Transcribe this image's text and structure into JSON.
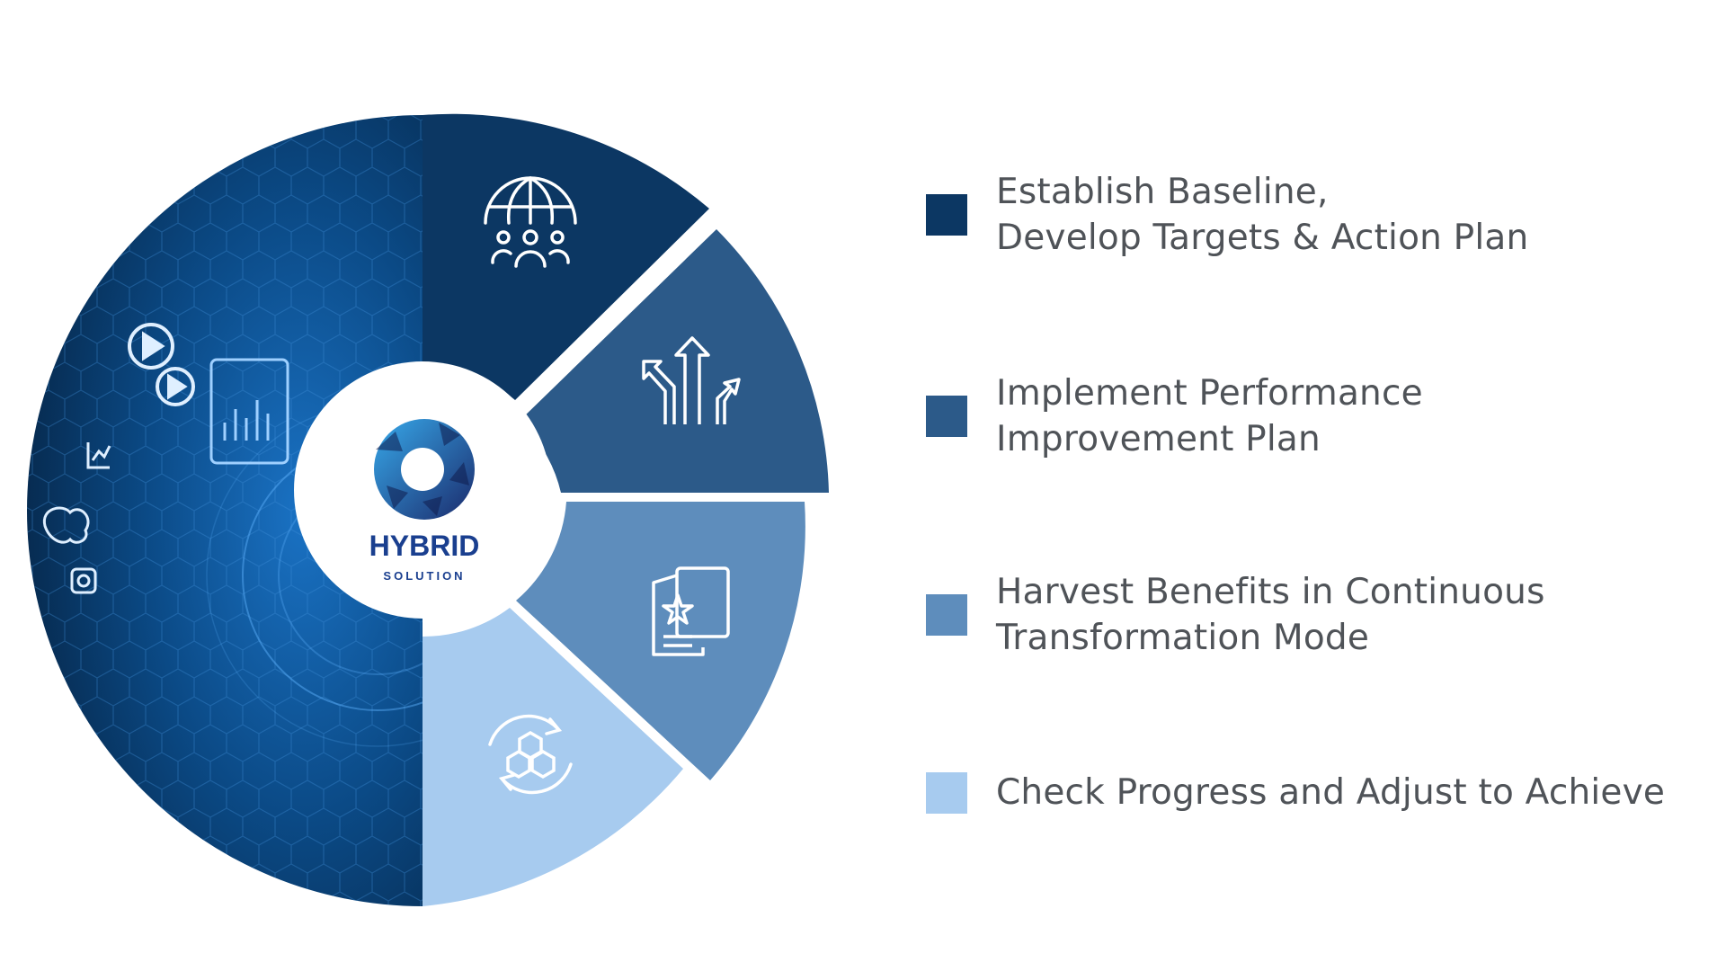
{
  "logo": {
    "word": "HYBRID",
    "sub": "SOLUTION"
  },
  "segments": [
    {
      "icon": "globe-people-icon",
      "color": "#0c3763"
    },
    {
      "icon": "arrows-up-icon",
      "color": "#2c5a89"
    },
    {
      "icon": "certificate-star-icon",
      "color": "#5e8dbc"
    },
    {
      "icon": "cycle-hexagons-icon",
      "color": "#a7cbef"
    }
  ],
  "legend": [
    {
      "lines": [
        "Establish Baseline,",
        "Develop Targets & Action Plan"
      ],
      "color": "#0c3763"
    },
    {
      "lines": [
        "Implement Performance",
        "Improvement Plan"
      ],
      "color": "#2c5a89"
    },
    {
      "lines": [
        "Harvest Benefits in Continuous",
        "Transformation Mode"
      ],
      "color": "#5e8dbc"
    },
    {
      "lines": [
        "Check Progress and Adjust to Achieve"
      ],
      "color": "#a7cbef"
    }
  ],
  "colors": {
    "tech_bg_dark": "#041a33",
    "tech_bg_mid": "#0b4a86",
    "logo_text": "#1a3f8f"
  }
}
